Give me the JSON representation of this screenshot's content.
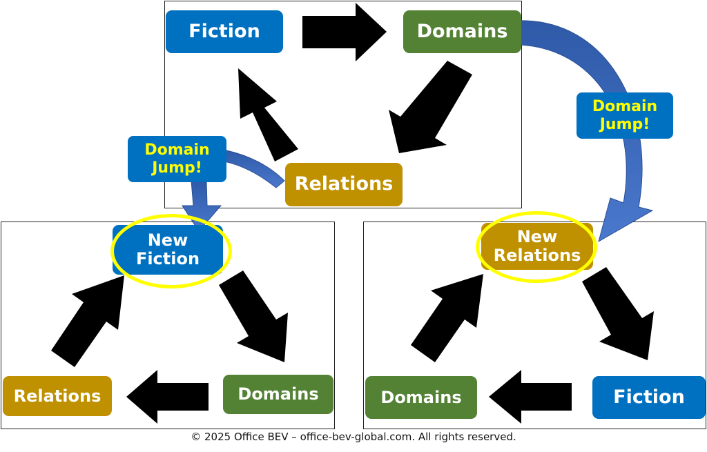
{
  "top_cycle": {
    "fiction": "Fiction",
    "domains": "Domains",
    "relations": "Relations"
  },
  "left_cycle": {
    "new_fiction_line1": "New",
    "new_fiction_line2": "Fiction",
    "domains": "Domains",
    "relations": "Relations"
  },
  "right_cycle": {
    "new_relations_line1": "New",
    "new_relations_line2": "Relations",
    "fiction": "Fiction",
    "domains": "Domains"
  },
  "jump_left": {
    "line1": "Domain",
    "line2": "Jump!"
  },
  "jump_right": {
    "line1": "Domain",
    "line2": "Jump!"
  },
  "colors": {
    "fiction_blue": "#0070c0",
    "domains_green": "#548235",
    "relations_gold": "#bf9000",
    "jump_text_yellow": "#ffff00",
    "highlight_ring": "#ffff00",
    "curved_arrow": "#3a64b4"
  },
  "footer": "© 2025 Office BEV – office-bev-global.com. All rights reserved."
}
